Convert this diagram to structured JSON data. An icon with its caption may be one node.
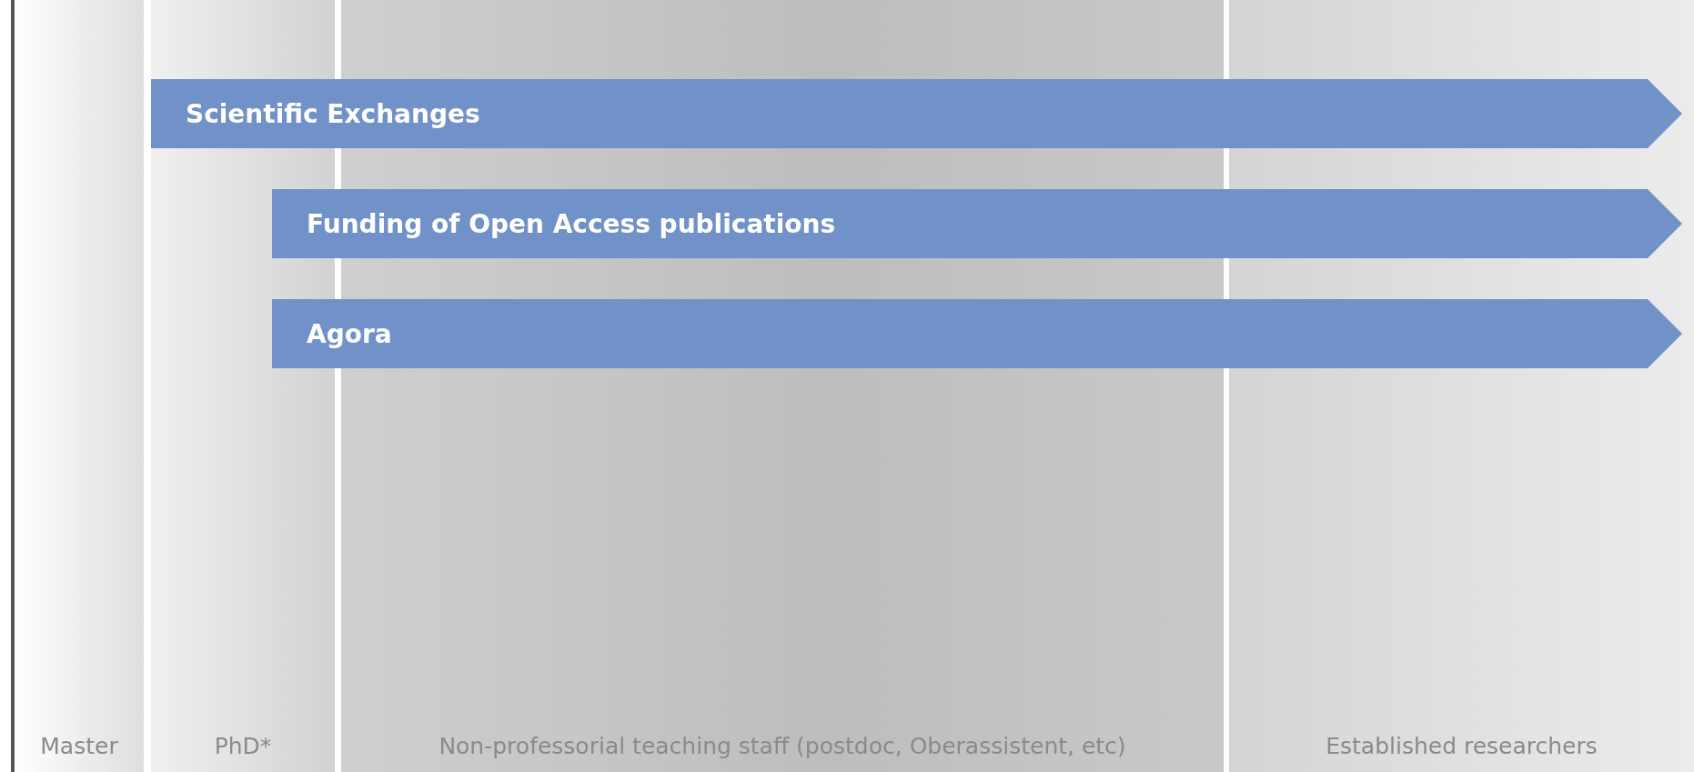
{
  "diagram": {
    "nodes": [
      {
        "text": [
          "Master"
        ]
      },
      {
        "text": [
          "PhD*"
        ]
      },
      {
        "text": [
          "Non-professorial teaching staff (postdoc, Oberassistent, etc)"
        ]
      },
      {
        "text": [
          "Established researchers"
        ]
      },
      {
        "text": [
          "Scientific Exchanges"
        ]
      },
      {
        "text": [
          "Funding of Open Access publications"
        ]
      },
      {
        "text": [
          "Agora"
        ]
      }
    ],
    "edges": []
  }
}
